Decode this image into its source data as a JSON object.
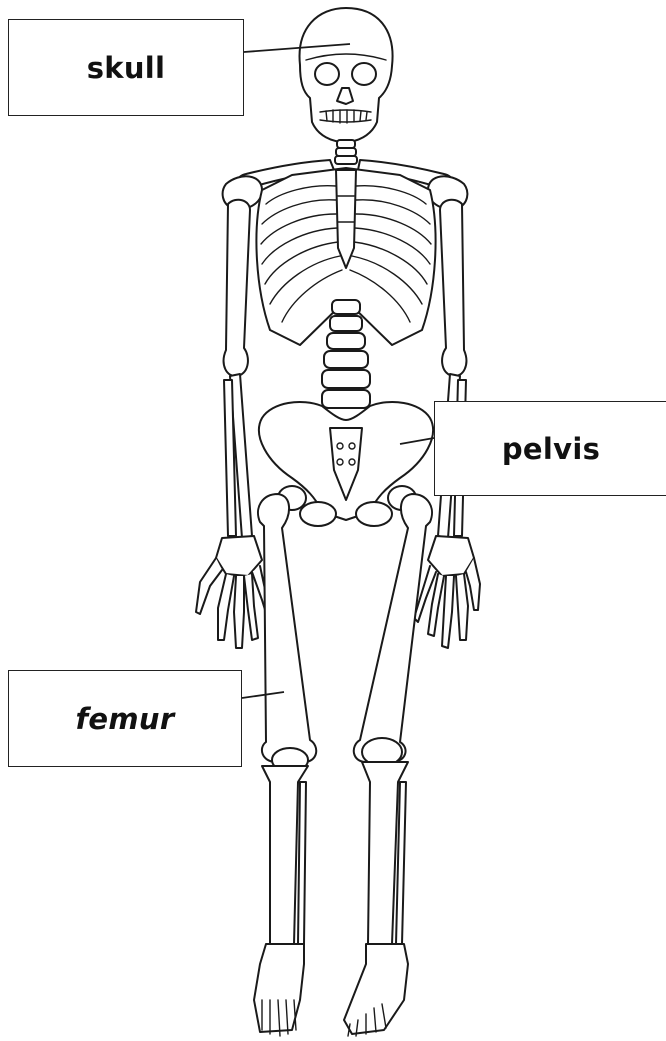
{
  "labels": {
    "skull": "skull",
    "pelvis": "pelvis",
    "femur": "femur"
  }
}
